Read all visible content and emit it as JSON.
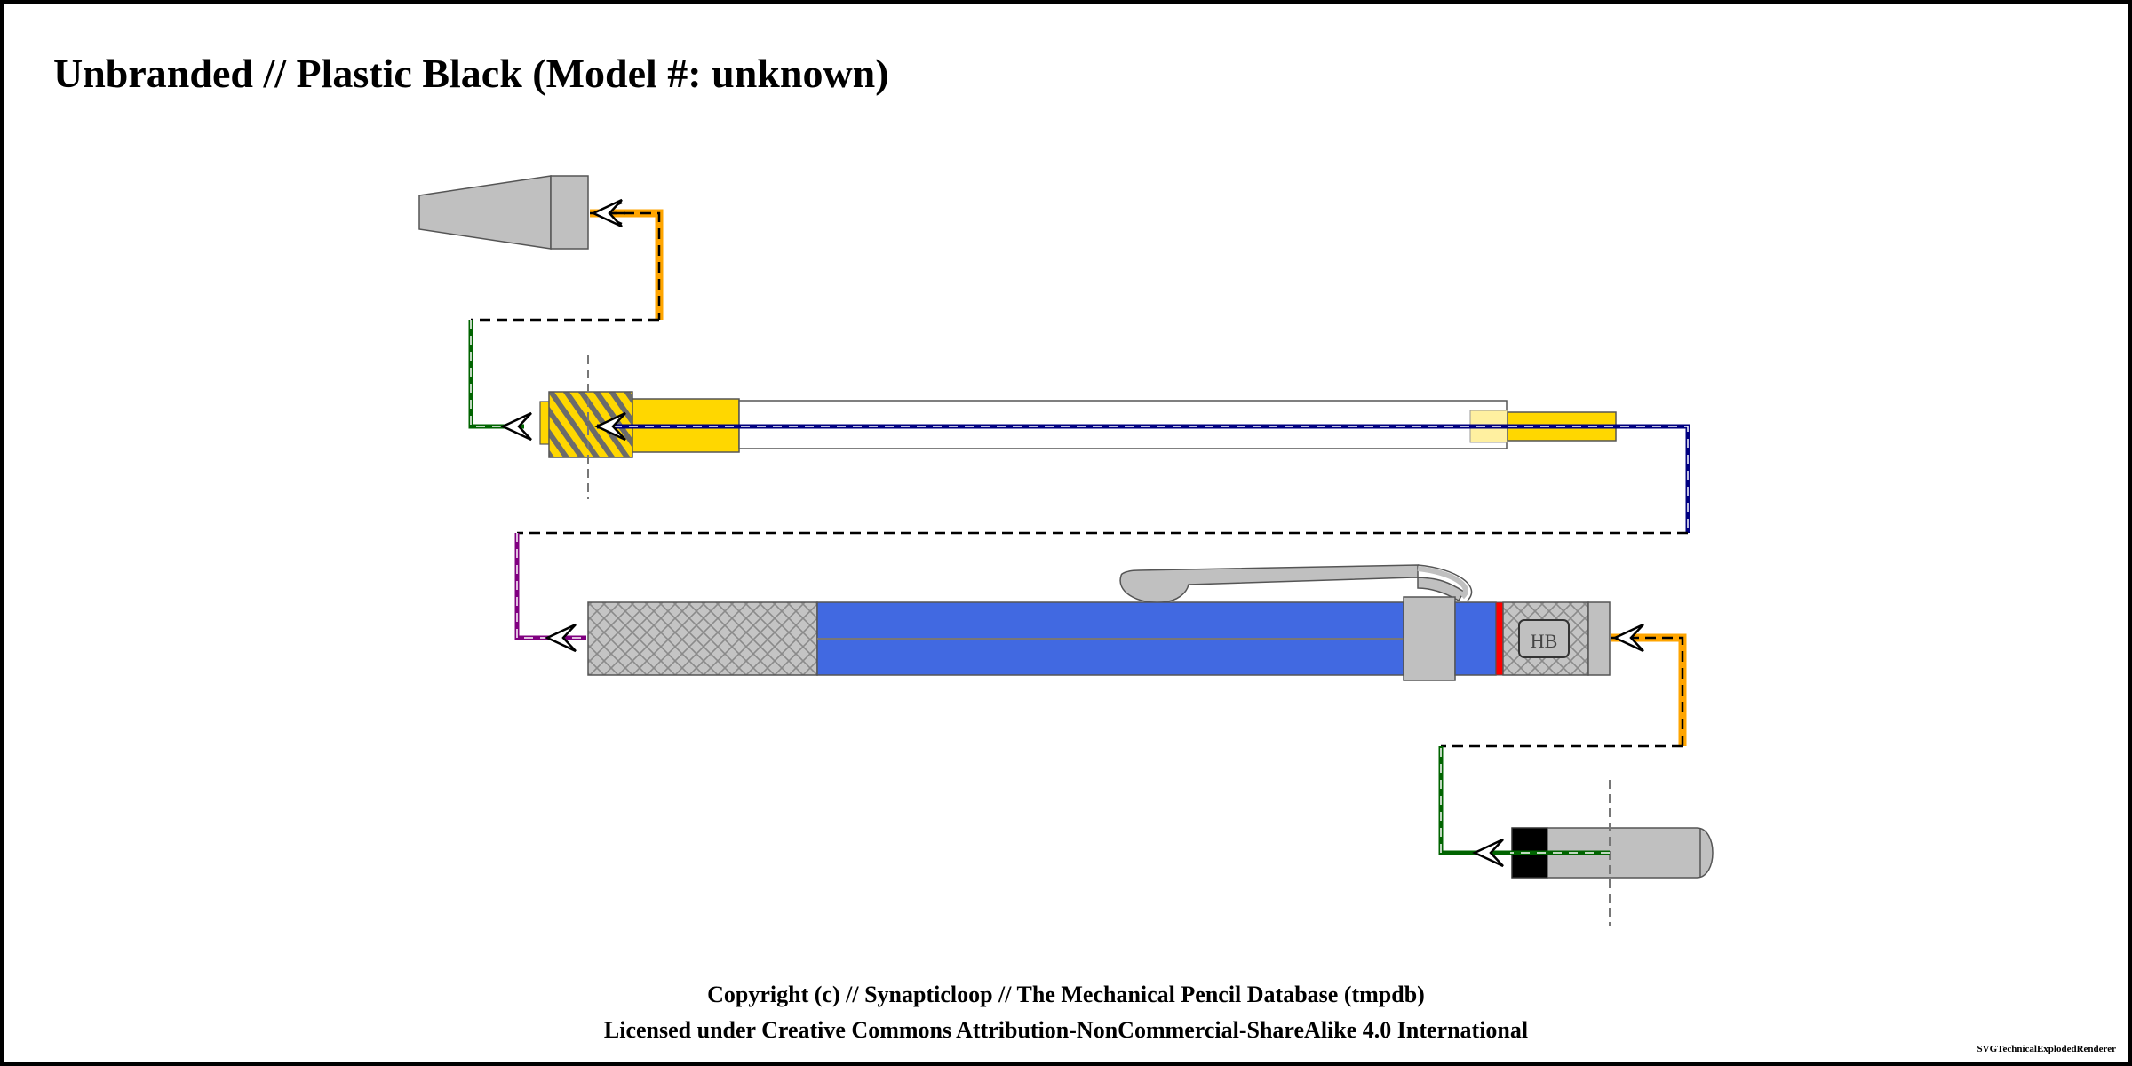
{
  "title": "Unbranded // Plastic Black (Model #: unknown)",
  "grade_label": "HB",
  "footer": {
    "copyright": "Copyright (c) // Synapticloop // The Mechanical Pencil Database (tmpdb)",
    "license": "Licensed under Creative Commons Attribution-NonCommercial-ShareAlike 4.0 International"
  },
  "renderer": "SVGTechnicalExplodedRenderer",
  "colors": {
    "body": "#4169e1",
    "grip": "#c0c0c0",
    "mechanism": "#ffd700",
    "band": "#ff0000",
    "eraser": "#000000",
    "link_orange": "#ffa500",
    "link_navy": "#000080",
    "link_green": "#006400",
    "link_purple": "#800080"
  }
}
